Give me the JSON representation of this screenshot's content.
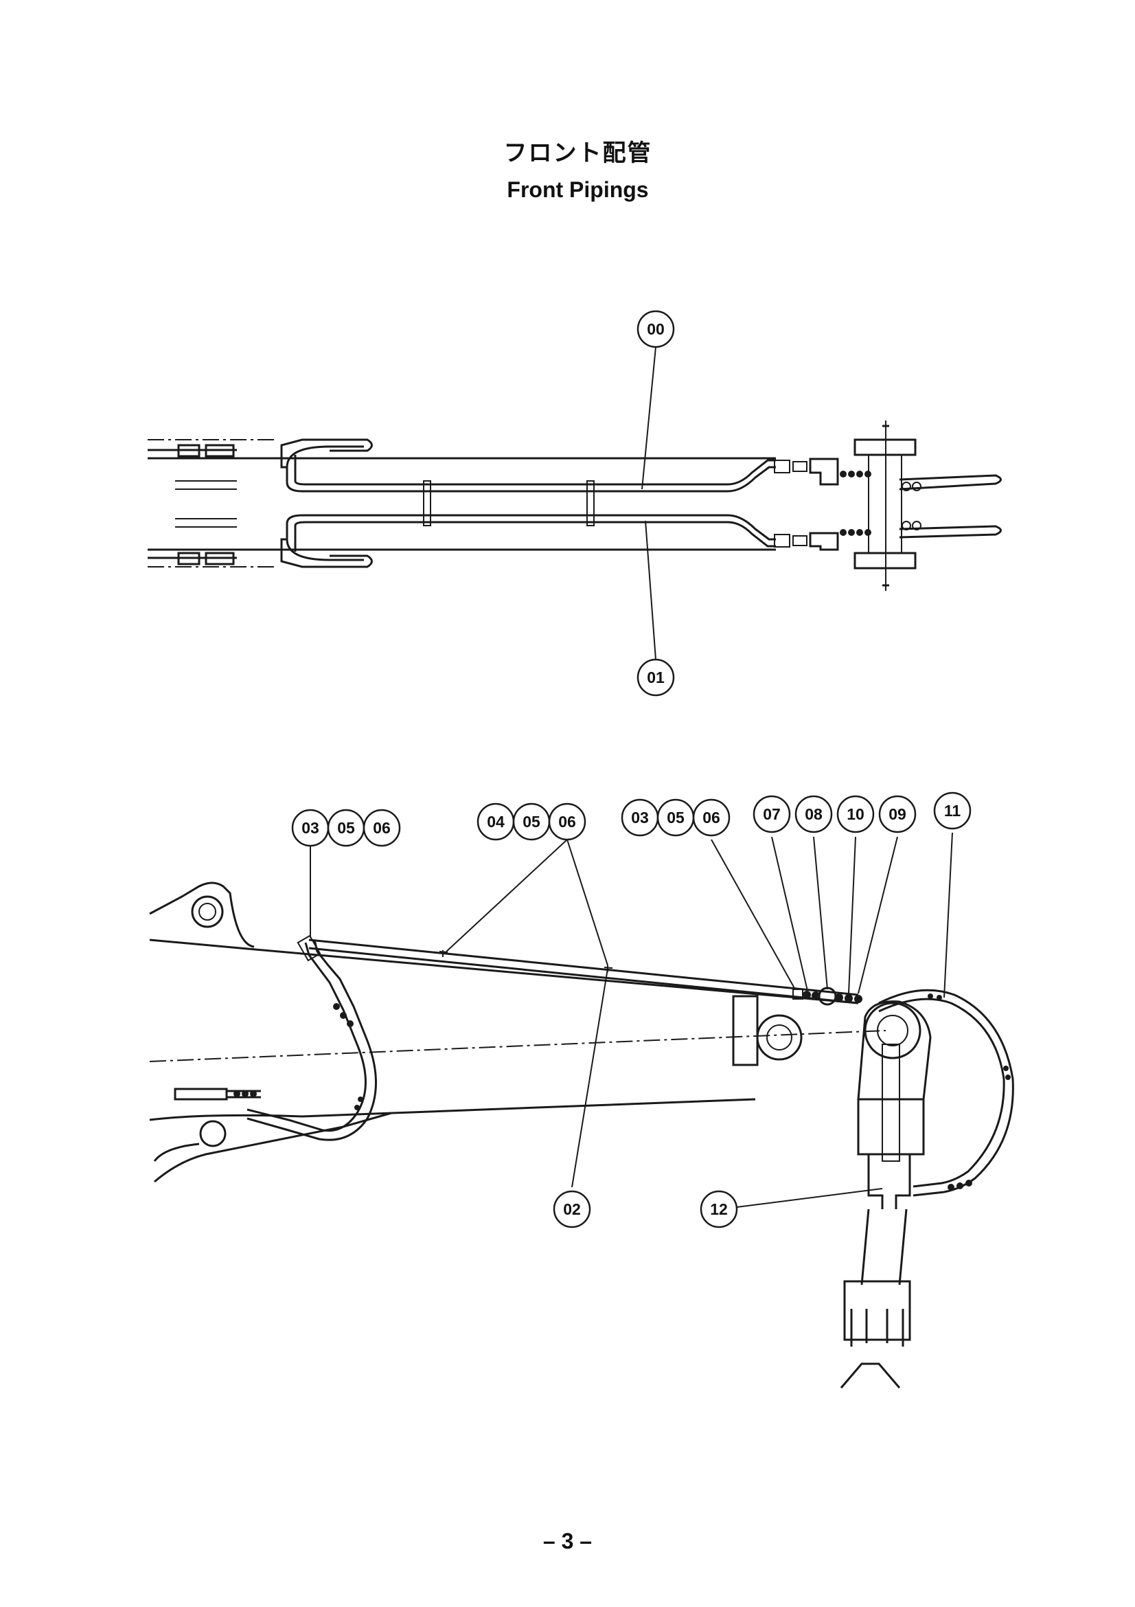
{
  "title": {
    "ja": "フロント配管",
    "en": "Front Pipings"
  },
  "page_number": "– 3 –",
  "callouts": {
    "c00": "00",
    "c01": "01",
    "c02": "02",
    "c03a": "03",
    "c05a": "05",
    "c06a": "06",
    "c04b": "04",
    "c05b": "05",
    "c06b": "06",
    "c03c": "03",
    "c05c": "05",
    "c06c": "06",
    "c07": "07",
    "c08": "08",
    "c10": "10",
    "c09": "09",
    "c11": "11",
    "c12": "12"
  }
}
